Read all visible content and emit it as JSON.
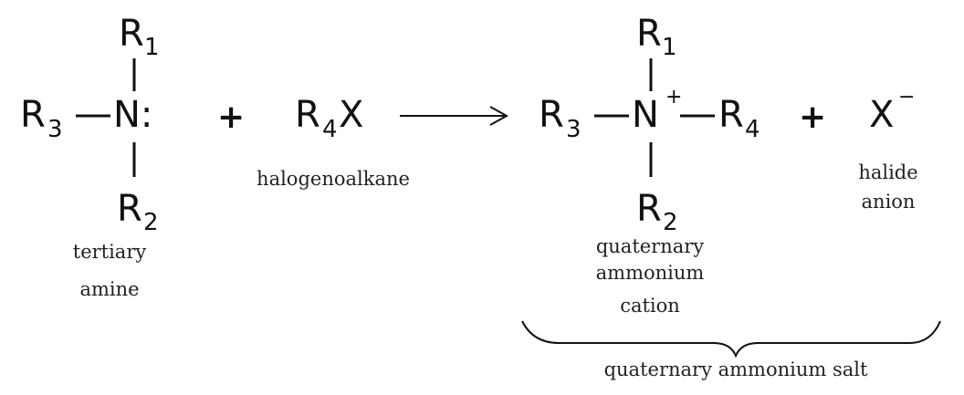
{
  "reactant_amine": {
    "r1": "R",
    "r1_sub": "1",
    "r2": "R",
    "r2_sub": "2",
    "r3": "R",
    "r3_sub": "3",
    "n": "N:",
    "caption_line1": "tertiary",
    "caption_line2": "amine"
  },
  "plus_1": "+",
  "reactant_halide": {
    "r4": "R",
    "r4_sub": "4",
    "x": "X",
    "caption": "halogenoalkane"
  },
  "product_cation": {
    "r1": "R",
    "r1_sub": "1",
    "r2": "R",
    "r2_sub": "2",
    "r3": "R",
    "r3_sub": "3",
    "r4": "R",
    "r4_sub": "4",
    "n": "N",
    "charge": "+",
    "caption_line1": "quaternary",
    "caption_line2": "ammonium",
    "caption_line3": "cation"
  },
  "plus_2": "+",
  "product_anion": {
    "x": "X",
    "charge": "−",
    "caption_line1": "halide",
    "caption_line2": "anion"
  },
  "brace_label": "quaternary ammonium salt"
}
